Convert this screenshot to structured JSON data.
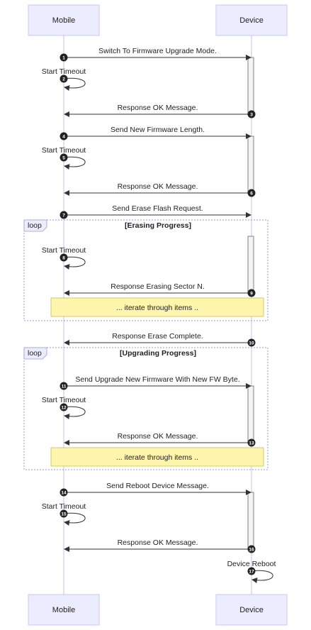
{
  "actors": {
    "mobile": "Mobile",
    "device": "Device"
  },
  "messages": [
    {
      "seq": "1",
      "text": "Switch To Firmware Upgrade Mode."
    },
    {
      "seq": "2",
      "text": "Start Timeout"
    },
    {
      "seq": "3",
      "text": "Response OK Message."
    },
    {
      "seq": "4",
      "text": "Send New Firmware Length."
    },
    {
      "seq": "5",
      "text": "Start Timeout"
    },
    {
      "seq": "6",
      "text": "Response OK Message."
    },
    {
      "seq": "7",
      "text": "Send Erase Flash Request."
    },
    {
      "seq": "8",
      "text": "Start Timeout"
    },
    {
      "seq": "9",
      "text": "Response Erasing Sector N."
    },
    {
      "seq": "10",
      "text": "Response Erase Complete."
    },
    {
      "seq": "11",
      "text": "Send Upgrade New Firmware With New FW Byte."
    },
    {
      "seq": "12",
      "text": "Start Timeout"
    },
    {
      "seq": "13",
      "text": "Response OK Message."
    },
    {
      "seq": "14",
      "text": "Send Reboot Device Message."
    },
    {
      "seq": "15",
      "text": "Start Timeout"
    },
    {
      "seq": "16",
      "text": "Response OK Message."
    },
    {
      "seq": "17",
      "text": "Device Reboot"
    }
  ],
  "loops": [
    {
      "tag": "loop",
      "title": "[Erasing Progress]",
      "note": "... iterate through items .."
    },
    {
      "tag": "loop",
      "title": "[Upgrading Progress]",
      "note": "... iterate through items .."
    }
  ]
}
